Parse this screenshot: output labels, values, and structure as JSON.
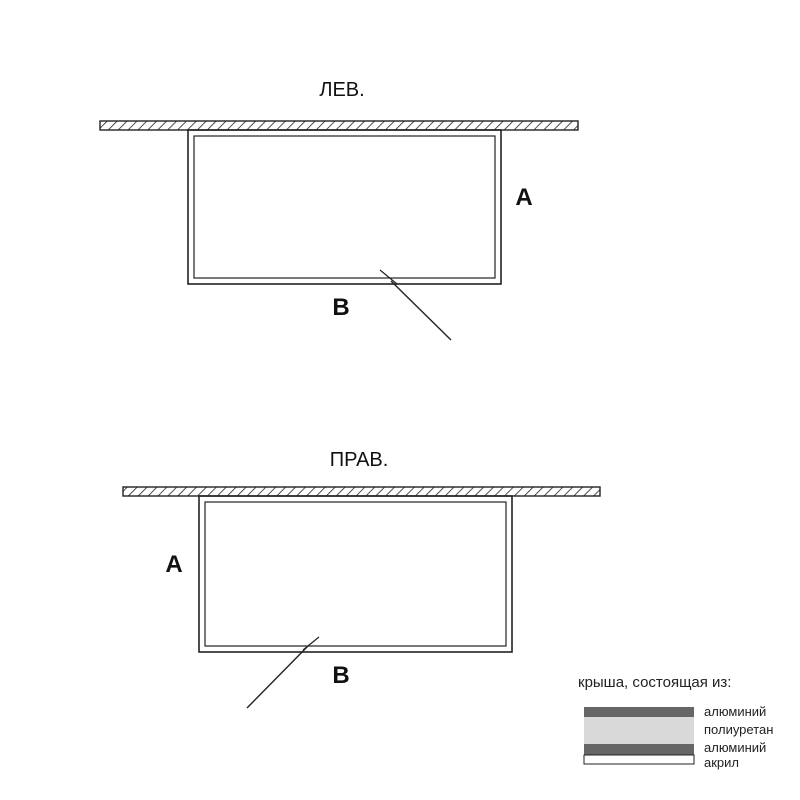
{
  "diagrams": [
    {
      "id": "left",
      "title": "ЛЕВ.",
      "side_label": "A",
      "bottom_label": "B"
    },
    {
      "id": "right",
      "title": "ПРАВ.",
      "side_label": "A",
      "bottom_label": "B"
    }
  ],
  "legend": {
    "title": "крыша, состоящая из:",
    "layers": [
      {
        "label": "алюминий",
        "color": "#666666"
      },
      {
        "label": "полиуретан",
        "color": "#d9d9d9"
      },
      {
        "label": "алюминий",
        "color": "#666666"
      },
      {
        "label": "акрил",
        "color": "#ffffff"
      }
    ]
  }
}
